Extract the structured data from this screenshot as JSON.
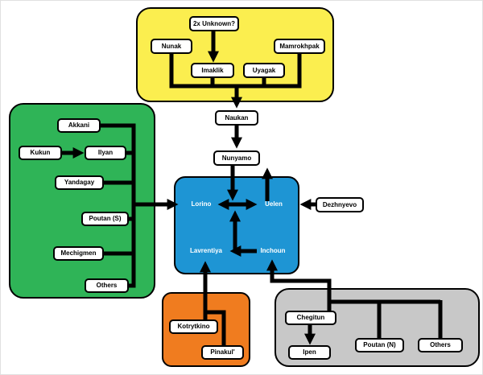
{
  "colors": {
    "yellow_group": "#FBEE4F",
    "green_group": "#2FB457",
    "blue_group": "#1E95D4",
    "orange_group": "#F07C1F",
    "gray_group": "#C8C8C8",
    "node_background": "#FFFFFF",
    "line": "#000000",
    "blue_label_text": "#FFFFFF"
  },
  "yellow_group": {
    "unknown": "2x Unknown?",
    "nunak": "Nunak",
    "mamrokhpak": "Mamrokhpak",
    "imaklik": "Imaklik",
    "uyagak": "Uyagak"
  },
  "chain": {
    "naukan": "Naukan",
    "nunyamo": "Nunyamo",
    "dezhnyevo": "Dezhnyevo"
  },
  "green_group": {
    "akkani": "Akkani",
    "kukun": "Kukun",
    "ilyan": "Ilyan",
    "yandagay": "Yandagay",
    "poutan_s": "Poutan (S)",
    "mechigmen": "Mechigmen",
    "others": "Others"
  },
  "blue_group": {
    "lorino": "Lorino",
    "uelen": "Uelen",
    "lavrentiya": "Lavrentiya",
    "inchoun": "Inchoun"
  },
  "orange_group": {
    "kotrytkino": "Kotrytkino",
    "pinakul": "Pinakul'"
  },
  "gray_group": {
    "chegitun": "Chegitun",
    "ipen": "Ipen",
    "poutan_n": "Poutan (N)",
    "others": "Others"
  }
}
